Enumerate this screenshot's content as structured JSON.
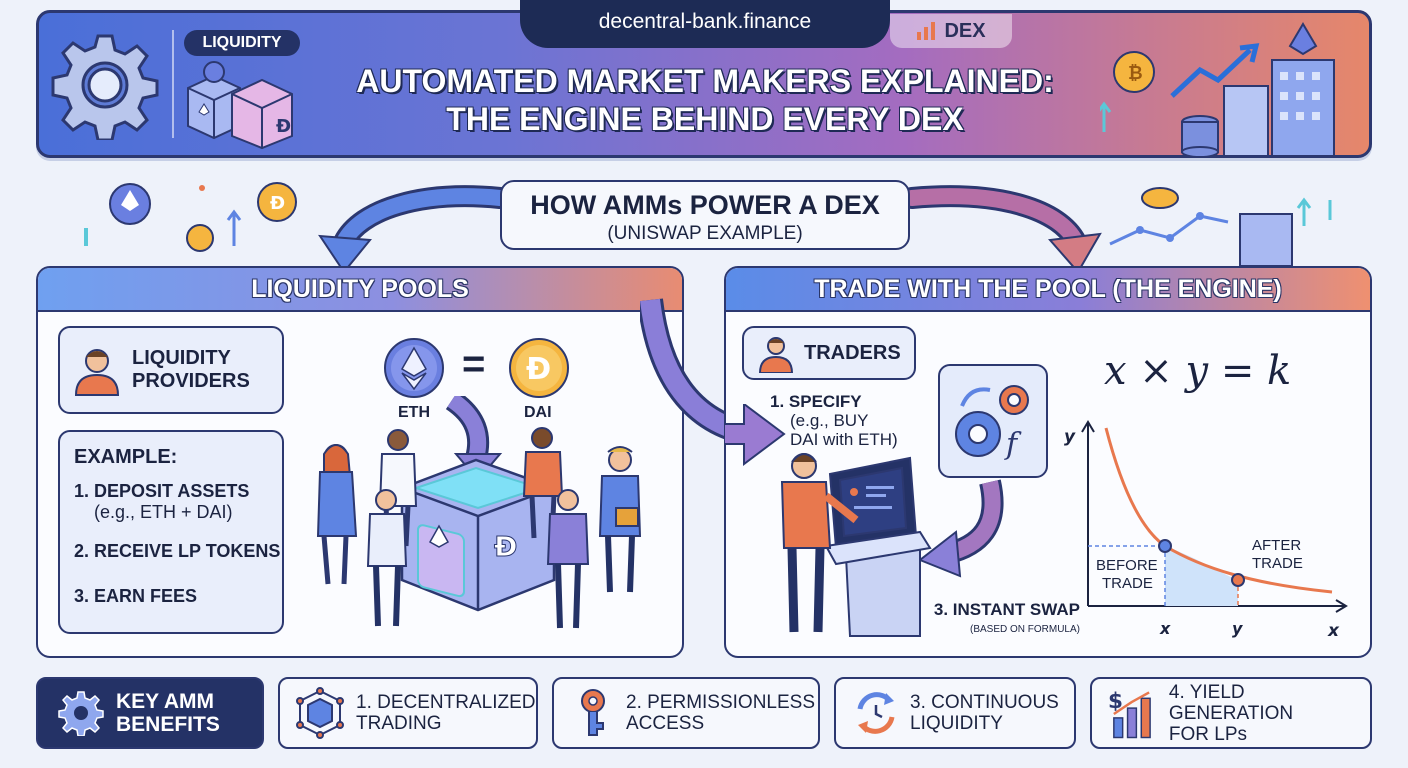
{
  "header": {
    "url": "decentral-bank.finance",
    "dex_tab": "DEX",
    "liquidity_badge": "LIQUIDITY",
    "title_line1": "AUTOMATED MARKET MAKERS EXPLAINED:",
    "title_line2": "THE ENGINE BEHIND EVERY DEX"
  },
  "how": {
    "title": "HOW AMMs POWER A DEX",
    "subtitle": "(UNISWAP EXAMPLE)"
  },
  "liquidity_pools": {
    "heading": "LIQUIDITY POOLS",
    "providers_line1": "LIQUIDITY",
    "providers_line2": "PROVIDERS",
    "example_title": "EXAMPLE:",
    "step1": "1. DEPOSIT ASSETS",
    "step1_sub": "(e.g., ETH + DAI)",
    "step2": "2. RECEIVE LP TOKENS",
    "step3": "3. EARN FEES",
    "token_a": "ETH",
    "token_b": "DAI",
    "equals": "="
  },
  "trade": {
    "heading": "TRADE WITH THE POOL (THE ENGINE)",
    "traders": "TRADERS",
    "step1": "1. SPECIFY",
    "step1_sub1": "(e.g., BUY",
    "step1_sub2": "DAI with ETH)",
    "step3": "3. INSTANT SWAP",
    "step3_sub": "(BASED ON FORMULA)",
    "formula": "x × y = k",
    "func_symbol": "f",
    "curve": {
      "y_axis": "y",
      "x_axis": "x",
      "before_line1": "BEFORE",
      "before_line2": "TRADE",
      "after_line1": "AFTER",
      "after_line2": "TRADE",
      "tick_x": "x",
      "tick_y": "y"
    }
  },
  "benefits": {
    "key_line1": "KEY AMM",
    "key_line2": "BENEFITS",
    "items": [
      {
        "line1": "1. DECENTRALIZED",
        "line2": "TRADING",
        "icon": "network-cube-icon"
      },
      {
        "line1": "2. PERMISSIONLESS",
        "line2": "ACCESS",
        "icon": "key-icon"
      },
      {
        "line1": "3. CONTINUOUS",
        "line2": "LIQUIDITY",
        "icon": "cycle-clock-icon"
      },
      {
        "line1": "4. YIELD GENERATION",
        "line2": "FOR LPs",
        "icon": "dollar-chart-icon"
      }
    ]
  },
  "colors": {
    "navy": "#243266",
    "eth": "#6a7fe0",
    "dai": "#f5b53f",
    "curve": "#e8784e",
    "accent_blue": "#4a6fd8",
    "accent_orange": "#e6876a"
  }
}
